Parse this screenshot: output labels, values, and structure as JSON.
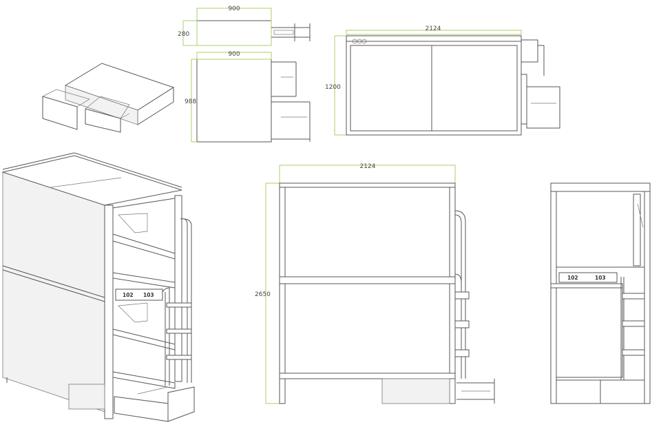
{
  "colors": {
    "dimension_line": "#a8cf6a",
    "drawing_line": "#555555"
  },
  "dimensions": {
    "drawer_width": "900",
    "drawer_height": "280",
    "drawer_box_width": "900",
    "drawer_box_height": "988",
    "plan_width": "2124",
    "plan_depth": "1200",
    "front_width": "2124",
    "front_height": "2650"
  },
  "panel_labels": {
    "left_number": "102",
    "right_number": "103"
  }
}
